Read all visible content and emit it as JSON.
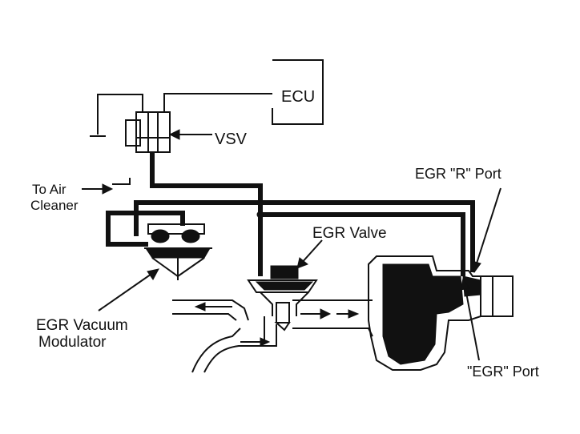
{
  "labels": {
    "ecu": "ECU",
    "vsv": "VSV",
    "to_air": "To Air",
    "cleaner": "Cleaner",
    "egr_r_port": "EGR \"R\" Port",
    "egr_valve": "EGR Valve",
    "egr_vacuum": "EGR Vacuum",
    "modulator": "Modulator",
    "egr_port": "\"EGR\" Port"
  }
}
